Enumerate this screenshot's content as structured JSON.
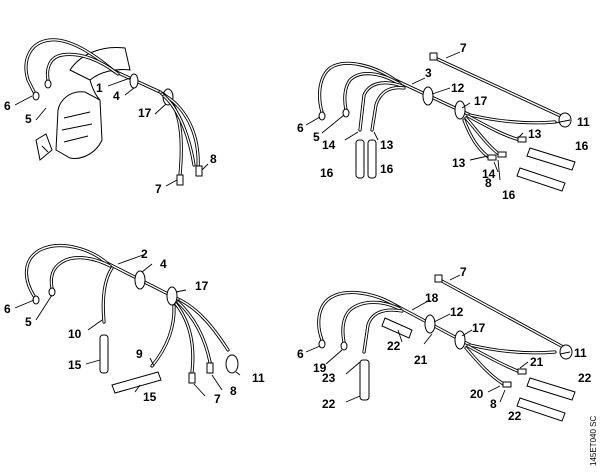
{
  "drawing_code": "145ET040 SC",
  "assemblies": [
    {
      "id": "top-left",
      "labels": [
        {
          "key": "tl-1",
          "text": "1"
        },
        {
          "key": "tl-4",
          "text": "4"
        },
        {
          "key": "tl-5",
          "text": "5"
        },
        {
          "key": "tl-6",
          "text": "6"
        },
        {
          "key": "tl-17",
          "text": "17"
        },
        {
          "key": "tl-8",
          "text": "8"
        },
        {
          "key": "tl-7",
          "text": "7"
        }
      ]
    },
    {
      "id": "top-right",
      "labels": [
        {
          "key": "tr-7",
          "text": "7"
        },
        {
          "key": "tr-3",
          "text": "3"
        },
        {
          "key": "tr-12",
          "text": "12"
        },
        {
          "key": "tr-17",
          "text": "17"
        },
        {
          "key": "tr-6",
          "text": "6"
        },
        {
          "key": "tr-5",
          "text": "5"
        },
        {
          "key": "tr-14a",
          "text": "14"
        },
        {
          "key": "tr-13a",
          "text": "13"
        },
        {
          "key": "tr-13b",
          "text": "13"
        },
        {
          "key": "tr-11",
          "text": "11"
        },
        {
          "key": "tr-16a",
          "text": "16"
        },
        {
          "key": "tr-16b",
          "text": "16"
        },
        {
          "key": "tr-16c",
          "text": "16"
        },
        {
          "key": "tr-16d",
          "text": "16"
        },
        {
          "key": "tr-13c",
          "text": "13"
        },
        {
          "key": "tr-14b",
          "text": "14"
        },
        {
          "key": "tr-8",
          "text": "8"
        }
      ]
    },
    {
      "id": "bottom-left",
      "labels": [
        {
          "key": "bl-2",
          "text": "2"
        },
        {
          "key": "bl-4",
          "text": "4"
        },
        {
          "key": "bl-17",
          "text": "17"
        },
        {
          "key": "bl-6",
          "text": "6"
        },
        {
          "key": "bl-5",
          "text": "5"
        },
        {
          "key": "bl-10",
          "text": "10"
        },
        {
          "key": "bl-9",
          "text": "9"
        },
        {
          "key": "bl-15a",
          "text": "15"
        },
        {
          "key": "bl-15b",
          "text": "15"
        },
        {
          "key": "bl-11",
          "text": "11"
        },
        {
          "key": "bl-8",
          "text": "8"
        },
        {
          "key": "bl-7",
          "text": "7"
        }
      ]
    },
    {
      "id": "bottom-right",
      "labels": [
        {
          "key": "br-7",
          "text": "7"
        },
        {
          "key": "br-18",
          "text": "18"
        },
        {
          "key": "br-12",
          "text": "12"
        },
        {
          "key": "br-17",
          "text": "17"
        },
        {
          "key": "br-22a",
          "text": "22"
        },
        {
          "key": "br-21a",
          "text": "21"
        },
        {
          "key": "br-21b",
          "text": "21"
        },
        {
          "key": "br-11",
          "text": "11"
        },
        {
          "key": "br-6",
          "text": "6"
        },
        {
          "key": "br-19",
          "text": "19"
        },
        {
          "key": "br-23",
          "text": "23"
        },
        {
          "key": "br-22b",
          "text": "22"
        },
        {
          "key": "br-20",
          "text": "20"
        },
        {
          "key": "br-8",
          "text": "8"
        },
        {
          "key": "br-22c",
          "text": "22"
        },
        {
          "key": "br-22d",
          "text": "22"
        }
      ]
    }
  ]
}
